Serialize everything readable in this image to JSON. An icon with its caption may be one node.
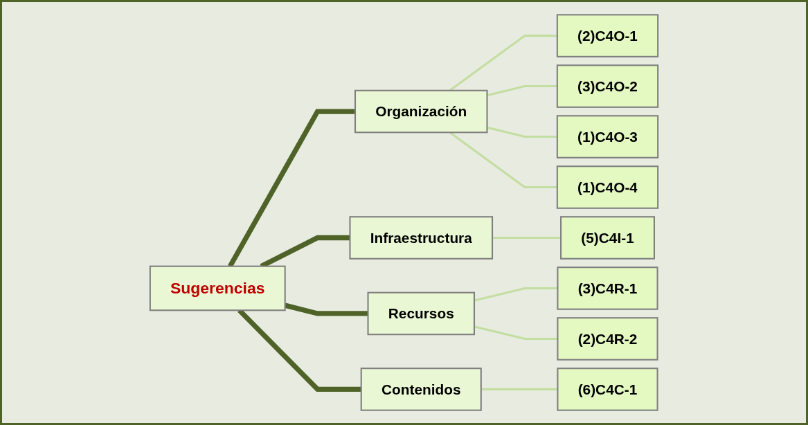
{
  "diagram": {
    "nodes": [
      {
        "text": [
          "Sugerencias"
        ]
      },
      {
        "text": [
          "Organización"
        ]
      },
      {
        "text": [
          "Infraestructura"
        ]
      },
      {
        "text": [
          "Recursos"
        ]
      },
      {
        "text": [
          "Contenidos"
        ]
      },
      {
        "text": [
          "(2)C4O-1"
        ]
      },
      {
        "text": [
          "(3)C4O-2"
        ]
      },
      {
        "text": [
          "(1)C4O-3"
        ]
      },
      {
        "text": [
          "(1)C4O-4"
        ]
      },
      {
        "text": [
          "(5)C4I-1"
        ]
      },
      {
        "text": [
          "(3)C4R-1"
        ]
      },
      {
        "text": [
          "(2)C4R-2"
        ]
      },
      {
        "text": [
          "(6)C4C-1"
        ]
      }
    ],
    "edges": [
      {
        "from": 0,
        "to": 1,
        "arrow": "none",
        "style": "thick",
        "color": "#4f6228"
      },
      {
        "from": 0,
        "to": 2,
        "arrow": "none",
        "style": "thick",
        "color": "#4f6228"
      },
      {
        "from": 0,
        "to": 3,
        "arrow": "none",
        "style": "thick",
        "color": "#4f6228"
      },
      {
        "from": 0,
        "to": 4,
        "arrow": "none",
        "style": "thick",
        "color": "#4f6228"
      },
      {
        "from": 1,
        "to": 5,
        "arrow": "none"
      },
      {
        "from": 1,
        "to": 6,
        "arrow": "none"
      },
      {
        "from": 1,
        "to": 7,
        "arrow": "none"
      },
      {
        "from": 1,
        "to": 8,
        "arrow": "none"
      },
      {
        "from": 2,
        "to": 9,
        "arrow": "none"
      },
      {
        "from": 3,
        "to": 10,
        "arrow": "none"
      },
      {
        "from": 3,
        "to": 11,
        "arrow": "none"
      },
      {
        "from": 4,
        "to": 12,
        "arrow": "none"
      }
    ]
  }
}
